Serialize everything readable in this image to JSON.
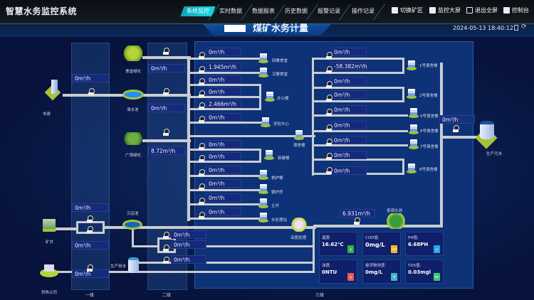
{
  "header": {
    "app_title": "智慧水务监控系统",
    "nav": [
      "系统监控",
      "实时数据",
      "数据报表",
      "历史数据",
      "报警记录",
      "操作记录"
    ],
    "tools": [
      "切换矿区",
      "监控大屏",
      "退出全屏",
      "控制台"
    ]
  },
  "title": "煤矿水务计量",
  "datetime": "2024-05-13 18:40:12",
  "levels": [
    "一级",
    "二级",
    "三级"
  ],
  "sources": {
    "municipal": "市政",
    "clean_pool": "清水池",
    "canteen_green": "食堂绿化",
    "plaza_green": "广场绿化",
    "mine_well": "矿井",
    "settling_pool": "沉淀池",
    "production_water": "生产用水",
    "heating_company": "供热公司",
    "deep_treatment": "深度处理",
    "landscape_pool": "景观水池",
    "production_sewage": "生产污水"
  },
  "level1": {
    "municipal": "0m³/h",
    "mine_a": "0m³/h",
    "mine_b": "0m³/h",
    "heating": "0m³/h"
  },
  "level2": {
    "canteen_green": "0m³/h",
    "clean_pool": "0m³/h",
    "plaza_green": "8.72m³/h",
    "settle_a": "0m³/h",
    "settle_b": "0m³/h",
    "production": "0m³/h"
  },
  "branches": [
    "0m³/h",
    "1.945m³/h",
    "0m³/h",
    "0m³/h",
    "2.466m³/h",
    "0m³/h",
    "0m³/h",
    "0m³/h",
    "0m³/h",
    "0m³/h",
    "0m³/h",
    "0m³/h"
  ],
  "buildings": [
    "回餐食堂",
    "汉餐食堂",
    "办公楼",
    "安检中心",
    "宿舍楼",
    "新建楼",
    "救护楼",
    "锅炉房",
    "主井",
    "水处理站"
  ],
  "dorm_flows": [
    "0m³/h",
    "-58.382m³/h",
    "0m³/h",
    "0m³/h",
    "0m³/h",
    "0m³/h",
    "0m³/h",
    "0m³/h",
    "0m³/h"
  ],
  "dorms": [
    "1号宿舍楼",
    "2号宿舍楼",
    "5号宿舍楼",
    "6号宿舍楼",
    "7号宿舍楼",
    "8号宿舍楼"
  ],
  "sewage_flow": "0m³/h",
  "landscape_flow": "6.931m³/h",
  "sensors": [
    {
      "label": "温度:",
      "value": "16.62℃",
      "icon": "thermometer-icon",
      "color": "#2fb34a"
    },
    {
      "label": "COD值:",
      "value": "0mg/L",
      "icon": "cod-icon",
      "color": "#f0b62a",
      "text": "cod"
    },
    {
      "label": "PH值:",
      "value": "6.68PH",
      "icon": "ph-icon",
      "color": "#2aa8e8"
    },
    {
      "label": "浊度:",
      "value": "0NTU",
      "icon": "turbidity-icon",
      "color": "#e85a5a"
    },
    {
      "label": "悬浮物浓度:",
      "value": "0mg/L",
      "icon": "flask-icon",
      "color": "#3ab8c8"
    },
    {
      "label": "TDS值:",
      "value": "0.03mgl",
      "icon": "tds-icon",
      "color": "#3ac870",
      "text": "tds"
    }
  ]
}
